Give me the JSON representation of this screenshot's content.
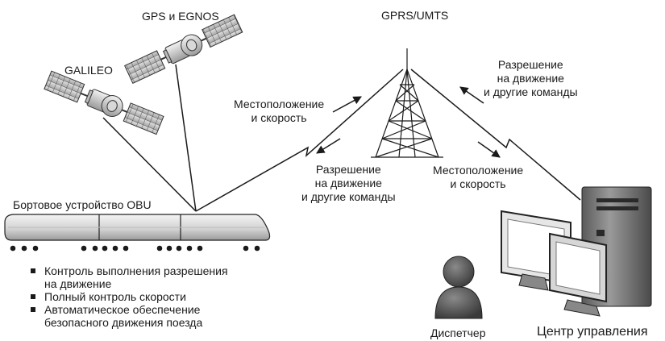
{
  "labels": {
    "gps_egnos": "GPS и EGNOS",
    "galileo": "GALILEO",
    "gprs_umts": "GPRS/UMTS",
    "permission_right": "Разрешение\nна движение\nи другие команды",
    "position_left": "Местоположение\nи скорость",
    "permission_center": "Разрешение\nна движение\nи другие команды",
    "position_right": "Местоположение\nи скорость",
    "obu": "Бортовое устройство OBU",
    "dispatcher": "Диспетчер",
    "control_center": "Центр управления"
  },
  "features": [
    "Контроль выполнения разрешения на движение",
    "Полный контроль скорости",
    "Автоматическое обеспечение безопасного движения поезда"
  ]
}
